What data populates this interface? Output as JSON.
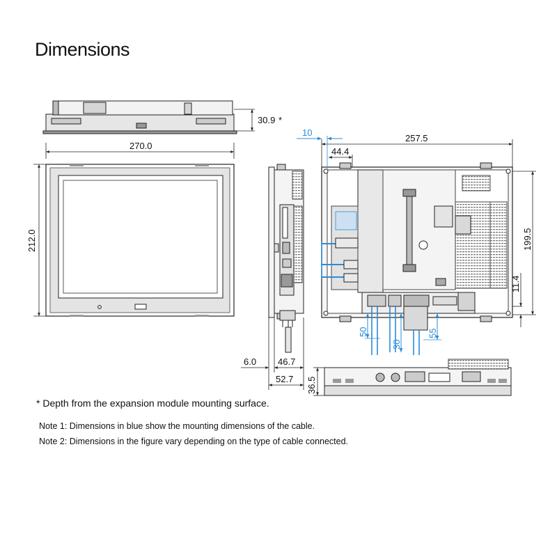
{
  "title": "Dimensions",
  "dimensions": {
    "depth_expansion": "30.9",
    "depth_marker": "*",
    "width": "270.0",
    "height": "212.0",
    "rear_width": "257.5",
    "rear_height": "199.5",
    "offset_44_4": "44.4",
    "offset_11_4": "11.4",
    "side_6_0": "6.0",
    "side_46_7": "46.7",
    "side_52_7": "52.7",
    "bottom_36_5": "36.5"
  },
  "cable_dimensions": {
    "top_10": "10",
    "bottom_50": "50",
    "bottom_30": "30",
    "bottom_55": "55"
  },
  "colors": {
    "cable_blue": "#2a8bd8",
    "line": "#222222",
    "fill_light": "#e6e6e6",
    "fill_mid": "#cfcfcf"
  },
  "footnote": "* Depth from the expansion module mounting surface.",
  "notes": [
    "Note 1: Dimensions in blue show the mounting dimensions of the cable.",
    "Note 2: Dimensions in the figure vary depending on the type of cable connected."
  ]
}
